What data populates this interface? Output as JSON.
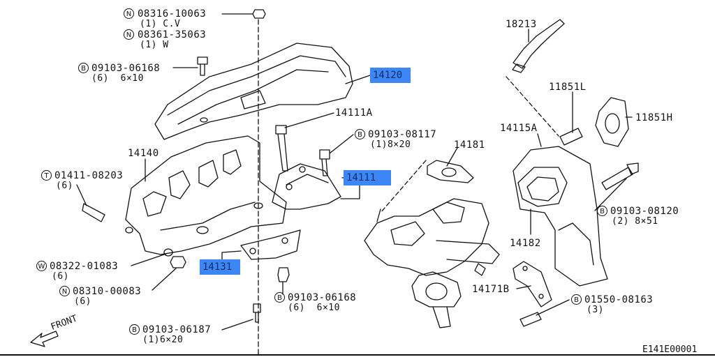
{
  "parts": {
    "p_08316_10063": {
      "prefix": "N",
      "num": "08316-10063",
      "qty": "(1) C.V"
    },
    "p_08361_35063": {
      "prefix": "N",
      "num": "08361-35063",
      "qty": "(1) W"
    },
    "p_09103_06168_a": {
      "prefix": "B",
      "num": "09103-06168",
      "qty": "(6)  6×10"
    },
    "p_14120": {
      "num": "14120"
    },
    "p_14111A": {
      "num": "14111A"
    },
    "p_09103_08117": {
      "prefix": "B",
      "num": "09103-08117",
      "qty": "(1)8×20"
    },
    "p_14181": {
      "num": "14181"
    },
    "p_14140": {
      "num": "14140"
    },
    "p_01411_08203": {
      "prefix": "T",
      "num": "01411-08203",
      "qty": "(6)"
    },
    "p_14111": {
      "num": "14111"
    },
    "p_08322_01083": {
      "prefix": "W",
      "num": "08322-01083",
      "qty": "(6)"
    },
    "p_08310_00083": {
      "prefix": "N",
      "num": "08310-00083",
      "qty": "(6)"
    },
    "p_14131": {
      "num": "14131"
    },
    "p_09103_06168_b": {
      "prefix": "B",
      "num": "09103-06168",
      "qty": "(6)  6×10"
    },
    "p_09103_06187": {
      "prefix": "B",
      "num": "09103-06187",
      "qty": "(1)6×20"
    },
    "p_18213": {
      "num": "18213"
    },
    "p_11851L": {
      "num": "11851L"
    },
    "p_11851H": {
      "num": "11851H"
    },
    "p_14115A": {
      "num": "14115A"
    },
    "p_09103_08120": {
      "prefix": "B",
      "num": "09103-08120",
      "qty": "(2) 8×51"
    },
    "p_14182": {
      "num": "14182"
    },
    "p_14171B": {
      "num": "14171B"
    },
    "p_01550_08163": {
      "prefix": "B",
      "num": "01550-08163",
      "qty": "(3)"
    }
  },
  "front_label": "FRONT",
  "diagram_code": "E141E00001",
  "colors": {
    "highlight": "#3d86f5",
    "line": "#111111"
  }
}
